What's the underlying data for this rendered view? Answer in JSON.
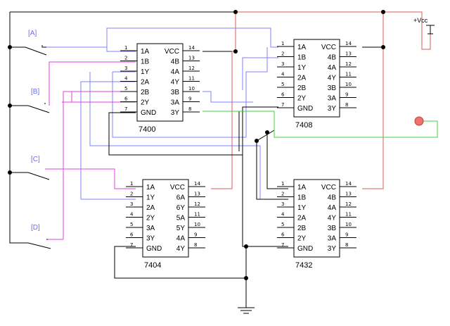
{
  "switches": [
    "[A]",
    "[B]",
    "[C]",
    "[D]"
  ],
  "vcc_label": "+Vcc",
  "colors": {
    "black": "#000000",
    "red": "#e05a5a",
    "blue": "#8080ff",
    "magenta": "#e040e0",
    "green": "#40d040",
    "probe": "#f07070",
    "switch_label": "#6a6aff"
  },
  "chips": [
    {
      "id": "7400",
      "label": "7400",
      "left_pins": [
        [
          "1",
          "1A"
        ],
        [
          "2",
          "1B"
        ],
        [
          "3",
          "1Y"
        ],
        [
          "4",
          "2A"
        ],
        [
          "5",
          "2B"
        ],
        [
          "6",
          "2Y"
        ],
        [
          "7",
          "GND"
        ]
      ],
      "right_pins": [
        [
          "14",
          "VCC"
        ],
        [
          "13",
          "4B"
        ],
        [
          "12",
          "4A"
        ],
        [
          "11",
          "4Y"
        ],
        [
          "10",
          "3B"
        ],
        [
          "9",
          "3A"
        ],
        [
          "8",
          "3Y"
        ]
      ]
    },
    {
      "id": "7408",
      "label": "7408",
      "left_pins": [
        [
          "1",
          "1A"
        ],
        [
          "2",
          "1B"
        ],
        [
          "3",
          "1Y"
        ],
        [
          "4",
          "2A"
        ],
        [
          "5",
          "2B"
        ],
        [
          "6",
          "2Y"
        ],
        [
          "7",
          "GND"
        ]
      ],
      "right_pins": [
        [
          "14",
          "VCC"
        ],
        [
          "13",
          "4B"
        ],
        [
          "12",
          "4A"
        ],
        [
          "11",
          "4Y"
        ],
        [
          "10",
          "3B"
        ],
        [
          "9",
          "3A"
        ],
        [
          "8",
          "3Y"
        ]
      ]
    },
    {
      "id": "7404",
      "label": "7404",
      "left_pins": [
        [
          "1",
          "1A"
        ],
        [
          "2",
          "1Y"
        ],
        [
          "3",
          "2A"
        ],
        [
          "4",
          "2Y"
        ],
        [
          "5",
          "3A"
        ],
        [
          "6",
          "3Y"
        ],
        [
          "7",
          "GND"
        ]
      ],
      "right_pins": [
        [
          "14",
          "VCC"
        ],
        [
          "13",
          "6A"
        ],
        [
          "12",
          "6Y"
        ],
        [
          "11",
          "5A"
        ],
        [
          "10",
          "5Y"
        ],
        [
          "9",
          "4A"
        ],
        [
          "8",
          "4Y"
        ]
      ]
    },
    {
      "id": "7432",
      "label": "7432",
      "left_pins": [
        [
          "1",
          "1A"
        ],
        [
          "2",
          "1B"
        ],
        [
          "3",
          "1Y"
        ],
        [
          "4",
          "2A"
        ],
        [
          "5",
          "2B"
        ],
        [
          "6",
          "2Y"
        ],
        [
          "7",
          "GND"
        ]
      ],
      "right_pins": [
        [
          "14",
          "VCC"
        ],
        [
          "13",
          "4B"
        ],
        [
          "12",
          "4A"
        ],
        [
          "11",
          "4Y"
        ],
        [
          "10",
          "3B"
        ],
        [
          "9",
          "3A"
        ],
        [
          "8",
          "3Y"
        ]
      ]
    }
  ]
}
